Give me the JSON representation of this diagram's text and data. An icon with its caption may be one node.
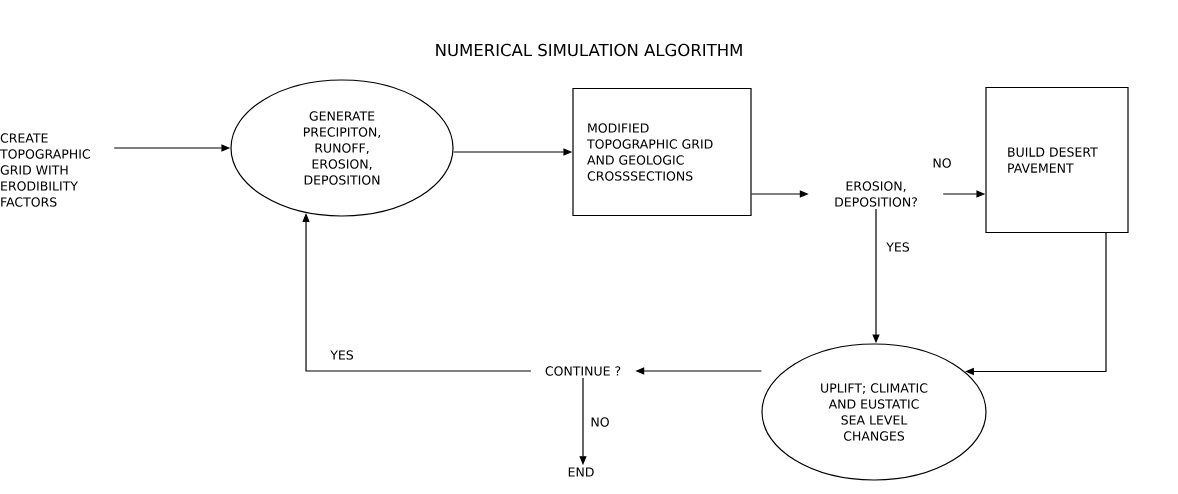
{
  "diagram": {
    "title": "NUMERICAL SIMULATION ALGORITHM",
    "nodes": [
      {
        "text": [
          "CREATE TOPOGRAPHIC GRID WITH ERODIBILITY FACTORS"
        ]
      },
      {
        "text": [
          "GENERATE PRECIPITON, RUNOFF, EROSION, DEPOSITION"
        ]
      },
      {
        "text": [
          "MODIFIED TOPOGRAPHIC GRID AND GEOLOGIC CROSSSECTIONS"
        ]
      },
      {
        "text": [
          "EROSION, DEPOSITION?"
        ]
      },
      {
        "text": [
          "BUILD DESERT PAVEMENT"
        ]
      },
      {
        "text": [
          "UPLIFT; CLIMATIC AND EUSTATIC SEA LEVEL CHANGES"
        ]
      },
      {
        "text": [
          "CONTINUE ?"
        ]
      },
      {
        "text": [
          "END"
        ]
      }
    ],
    "edges": [
      {
        "from": 0,
        "to": 1,
        "arrow": "to"
      },
      {
        "from": 1,
        "to": 2,
        "arrow": "to"
      },
      {
        "from": 2,
        "to": 3,
        "arrow": "to"
      },
      {
        "from": 3,
        "to": 4,
        "arrow": "to",
        "label": "NO"
      },
      {
        "from": 3,
        "to": 5,
        "arrow": "to",
        "label": "YES"
      },
      {
        "from": 4,
        "to": 5,
        "arrow": "to"
      },
      {
        "from": 5,
        "to": 6,
        "arrow": "to"
      },
      {
        "from": 6,
        "to": 1,
        "arrow": "to",
        "label": "YES"
      },
      {
        "from": 6,
        "to": 7,
        "arrow": "to",
        "label": "NO"
      }
    ]
  }
}
